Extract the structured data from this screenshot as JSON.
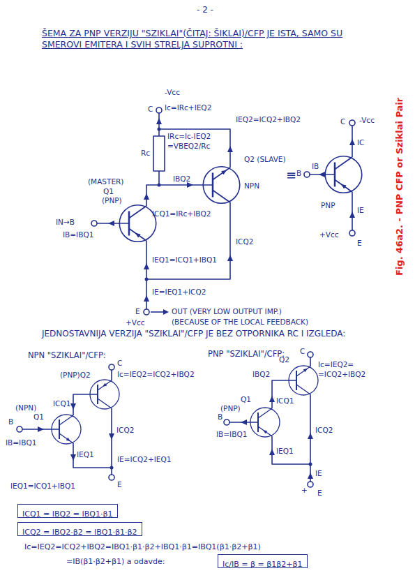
{
  "diagram": {
    "title": "ŠEMA ZA PNP VERZIJU \"SZIKLAI\"(ČITAJ: ŠIKLAI)/CFP JE ISTA, SAMO SU SMEROVI EMITERA I SVIH STRELJA SUPROTNI :",
    "caption": "Fig. 46a2. - PNP CFP or Sziklai Pair",
    "nodes": [
      {
        "text": [
          "ICQ1 = IBQ2 = IBQ1·β1"
        ]
      },
      {
        "text": [
          "ICQ2 = IBQ2·β2 = IBQ1·β1·β2"
        ]
      },
      {
        "text": [
          "Ic/IB = β = β1β2+β1"
        ]
      }
    ],
    "labels": [
      "- 2 -",
      "C",
      "-Vcc",
      "Ic=IRc+IEQ2",
      "IRc=Ic-IEQ2",
      "=VBEQ2/Rc",
      "Rc",
      "IEQ2=ICQ2+IBQ2",
      "IBQ2",
      "Q2 (SLAVE)",
      "NPN",
      "(MASTER)",
      "Q1",
      "(PNP)",
      "ICQ1=IRc+IBQ2",
      "IN→B",
      "IB=IBQ1",
      "IEQ1=ICQ1+IBQ1",
      "ICQ2",
      "IE=IEQ1+ICQ2",
      "E",
      "+Vcc",
      "OUT (VERY LOW OUTPUT IMP.)",
      "(BECAUSE OF THE LOCAL FEEDBACK)",
      "≡",
      "C",
      "-Vcc",
      "IC",
      "B",
      "IB",
      "PNP",
      "IE",
      "+Vcc",
      "E",
      "JEDNOSTAVNIJA VERZIJA \"SZIKLAI\"/CFP JE BEZ OTPORNIKA RC I IZGLEDA:",
      "NPN \"SZIKLAI\"/CFP:",
      "PNP \"SZIKLAI\"/CFP:",
      "(PNP)Q2",
      "(NPN)",
      "Q1",
      "C",
      "Ic=IEQ2=ICQ2+IBQ2",
      "ICQ1",
      "ICQ2",
      "IEQ1",
      "B",
      "IB=IBQ1",
      "IEQ1=ICQ1+IBQ1",
      "IE=ICQ2+IEQ1",
      "E",
      "C",
      "Q2",
      "Ic=IEQ2=",
      "=ICQ2+IBQ2",
      "IBQ2",
      "ICQ1",
      "Q1",
      "(PNP)",
      "B",
      "IB=IBQ1",
      "IEQ1",
      "ICQ2",
      "IE",
      "+",
      "E",
      "Ic=IEQ2=ICQ2+IBQ2=IBQ1·β1·β2+IBQ1·β1=IBQ1(β1·β2+β1)",
      "=IB(β1·β2+β1) a odavde:"
    ]
  }
}
